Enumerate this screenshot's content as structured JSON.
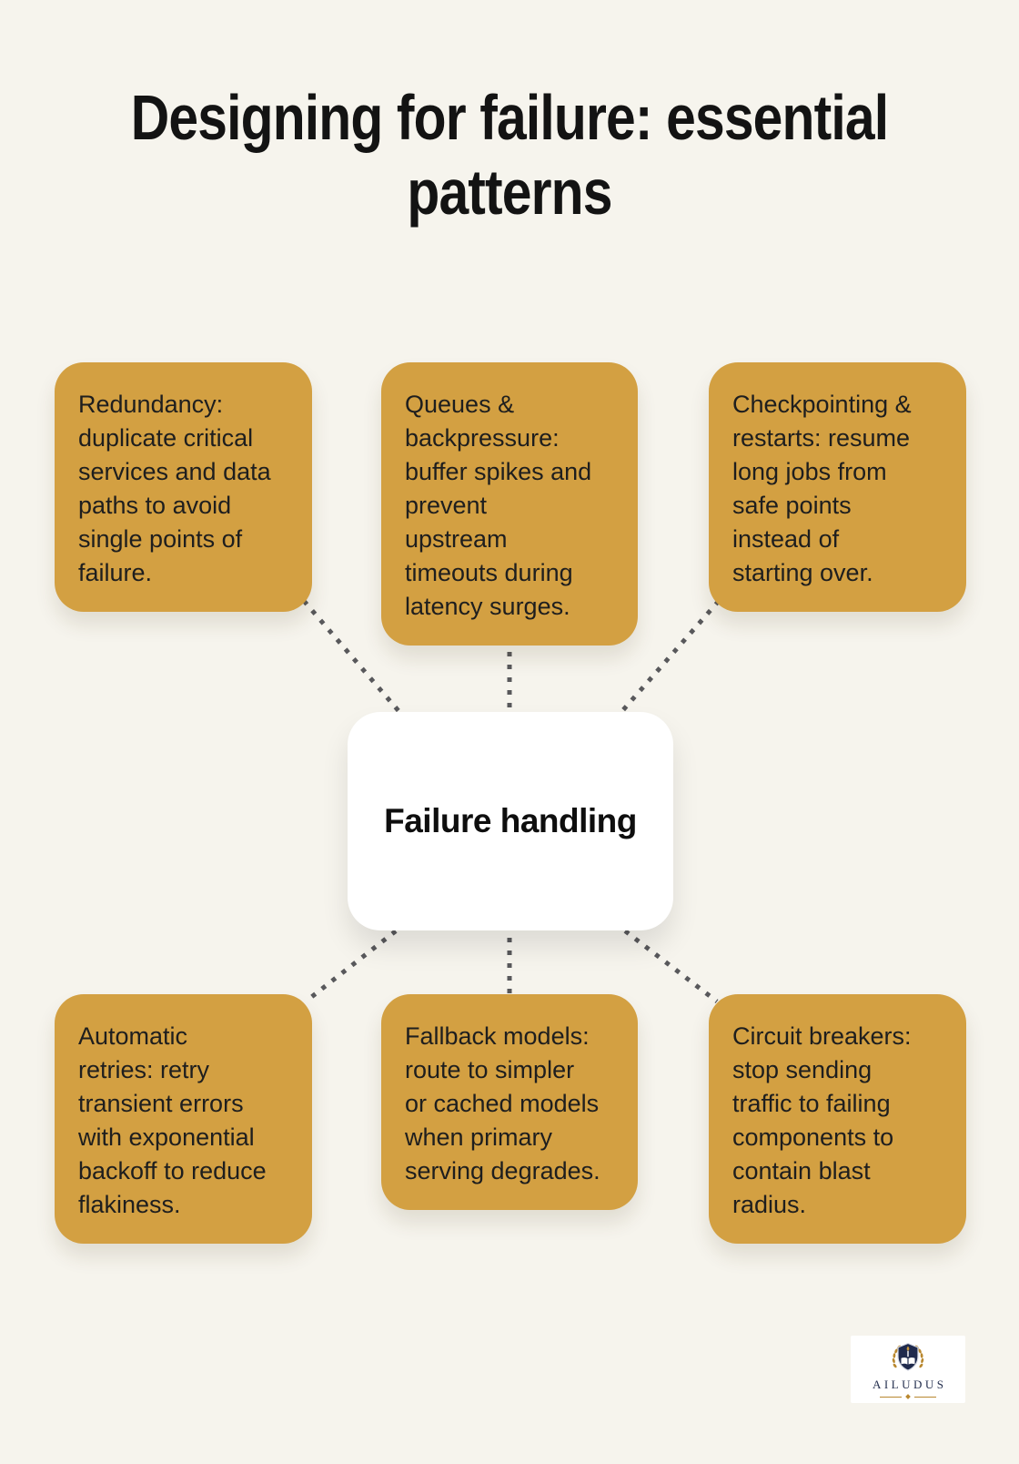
{
  "title": {
    "lines": [
      "Designing for failure: essential",
      "patterns"
    ]
  },
  "center": {
    "label": "Failure handling"
  },
  "cards": [
    {
      "id": "redundancy",
      "lines": [
        "Redundancy:",
        "duplicate critical",
        "services and data",
        "paths to avoid",
        "single points of",
        "failure."
      ]
    },
    {
      "id": "queues-backpressure",
      "lines": [
        "Queues &",
        "backpressure:",
        "buffer spikes and",
        "prevent",
        "upstream",
        "timeouts during",
        "latency surges."
      ]
    },
    {
      "id": "checkpointing-restarts",
      "lines": [
        "Checkpointing &",
        "restarts: resume",
        "long jobs from",
        "safe points",
        "instead of",
        "starting over."
      ]
    },
    {
      "id": "automatic-retries",
      "lines": [
        "Automatic",
        "retries: retry",
        "transient errors",
        "with exponential",
        "backoff to reduce",
        "flakiness."
      ]
    },
    {
      "id": "fallback-models",
      "lines": [
        "Fallback models:",
        "route to simpler",
        "or cached models",
        "when primary",
        "serving degrades."
      ]
    },
    {
      "id": "circuit-breakers",
      "lines": [
        "Circuit breakers:",
        "stop sending",
        "traffic to failing",
        "components to",
        "contain blast",
        "radius."
      ]
    }
  ],
  "logo": {
    "name": "AILUDUS",
    "icon": "laurel-crest-shield-icon"
  },
  "colors": {
    "background": "#f6f4ed",
    "card_gold": "#d3a042",
    "card_text": "#1e1e1e",
    "dash_gray": "#58585b",
    "center_bg": "#ffffff",
    "logo_navy": "#25304f",
    "logo_gold": "#b9882f"
  }
}
